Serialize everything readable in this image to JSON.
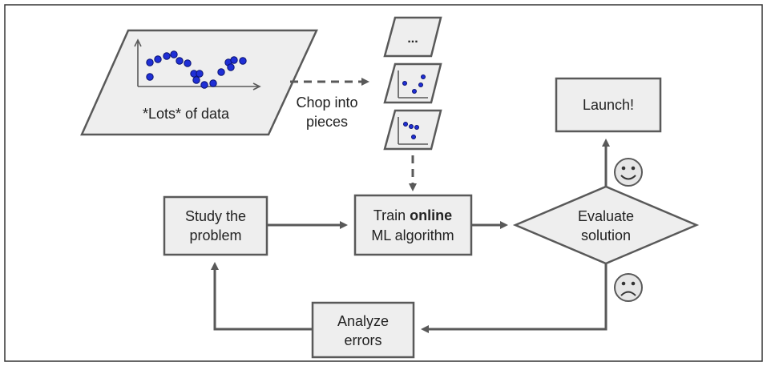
{
  "colors": {
    "shape_fill": "#eeeeee",
    "stroke": "#595959",
    "data_dot": "#1f2fd6",
    "text": "#222222"
  },
  "dataset": {
    "label": "*Lots* of data"
  },
  "chop": {
    "line1": "Chop into",
    "line2": "pieces"
  },
  "chunks": {
    "ellipsis": "..."
  },
  "study": {
    "line1": "Study the",
    "line2": "problem"
  },
  "train": {
    "line1_pre": "Train ",
    "line1_bold": "online",
    "line2": "ML algorithm"
  },
  "evaluate": {
    "line1": "Evaluate",
    "line2": "solution"
  },
  "launch": {
    "label": "Launch!"
  },
  "analyze": {
    "line1": "Analyze",
    "line2": "errors"
  },
  "icons": {
    "happy": "smiley-happy-icon",
    "sad": "smiley-sad-icon",
    "scatter": "scatter-plot-icon"
  }
}
